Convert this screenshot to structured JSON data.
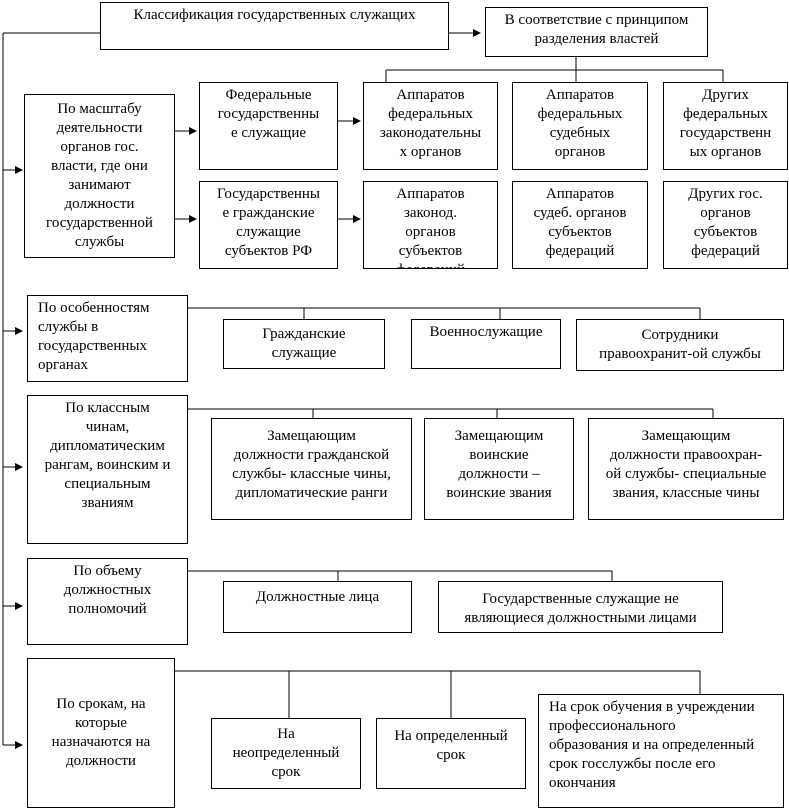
{
  "root": {
    "title": "Классификация государственных служащих"
  },
  "separation": {
    "label": "В соответствие с принципом\nразделения властей",
    "federal": [
      "Аппаратов\nфедеральных\nзаконодательны\nх органов",
      "Аппаратов\nфедеральных\nсудебных\nорганов",
      "Других\nфедеральных\nгосударственн\nых органов"
    ],
    "regional": [
      "Аппаратов\nзаконод.\nорганов\nсубъектов\nфедераций",
      "Аппаратов\nсудеб. органов\nсубъектов\nфедераций",
      "Других гос.\nорганов\nсубъектов\nфедераций"
    ]
  },
  "scale": {
    "label": "По масштабу\nдеятельности\nорганов гос.\nвласти, где они\nзанимают\nдолжности\nгосударственной\nслужбы",
    "federal": "Федеральные\nгосударственны\nе служащие",
    "regional": "Государственны\nе гражданские\nслужащие\nсубъектов РФ"
  },
  "service": {
    "label": "По особенностям\nслужбы в\nгосударственных\nорганах",
    "items": [
      "Гражданские\nслужащие",
      "Военнослужащие",
      "Сотрудники\nправоохранит-ой службы"
    ]
  },
  "ranks": {
    "label": "По классным\nчинам,\nдипломатическим\nрангам, воинским и\nспециальным\nзваниям",
    "items": [
      "Замещающим\nдолжности гражданской\nслужбы- классные чины,\nдипломатические ранги",
      "Замещающим\nвоинские\nдолжности –\nвоинские звания",
      "Замещающим\nдолжности правоохран-\nой службы- специальные\nзвания, классные чины"
    ]
  },
  "powers": {
    "label": "По объему\nдолжностных\nполномочий",
    "items": [
      "Должностные лица",
      "Государственные служащие не\nявляющиеся должностными лицами"
    ]
  },
  "terms": {
    "label": "По срокам, на\nкоторые\nназначаются на\nдолжности",
    "items": [
      "На\nнеопределенный\nсрок",
      "На определенный\nсрок",
      "На срок обучения в учреждении\nпрофессионального\nобразования и на определенный\nсрок госслужбы после его\nокончания"
    ]
  }
}
